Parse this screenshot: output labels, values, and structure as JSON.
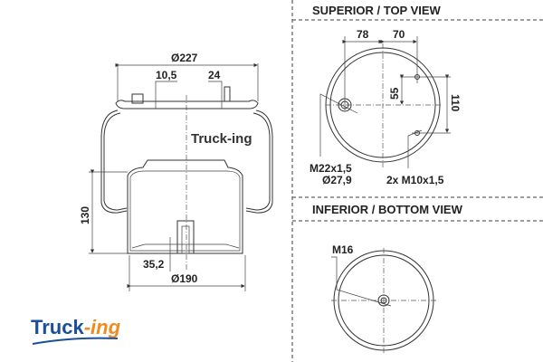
{
  "side_view": {
    "dim_top_diameter": "Ø227",
    "dim_offset_left": "10,5",
    "dim_offset_right": "24",
    "dim_height": "130",
    "dim_bottom_stud": "35,2",
    "dim_bottom_diameter": "Ø190",
    "watermark": "Truck-ing"
  },
  "top_view": {
    "title": "SUPERIOR / TOP VIEW",
    "dim_left": "78",
    "dim_right": "70",
    "dim_half": "55",
    "dim_spacing": "110",
    "label_port_thread": "M22x1,5",
    "label_port_diameter": "Ø27,9",
    "label_studs": "2x M10x1,5"
  },
  "bottom_view": {
    "title": "INFERIOR / BOTTOM VIEW",
    "label_thread": "M16"
  },
  "logo": {
    "text_main": "Truck",
    "text_suffix": "-ing",
    "color_main": "#1b4f9c",
    "color_suffix": "#f08a1c"
  }
}
